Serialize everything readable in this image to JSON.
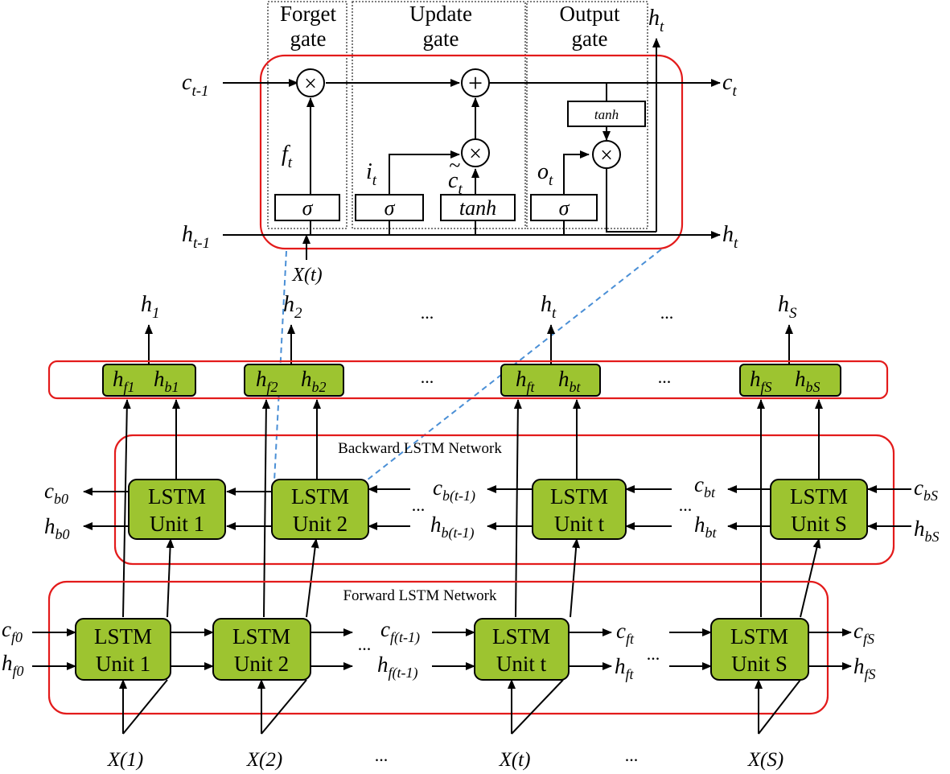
{
  "cell": {
    "gates": [
      {
        "line1": "Forget",
        "line2": "gate"
      },
      {
        "line1": "Update",
        "line2": "gate"
      },
      {
        "line1": "Output",
        "line2": "gate"
      }
    ],
    "sigma": "σ",
    "tanh": "tanh",
    "times": "×",
    "plus": "+",
    "c_prev": {
      "b": "c",
      "s": "t-1"
    },
    "h_prev": {
      "b": "h",
      "s": "t-1"
    },
    "c_out": {
      "b": "c",
      "s": "t"
    },
    "h_out": {
      "b": "h",
      "s": "t"
    },
    "h_top": {
      "b": "h",
      "s": "t"
    },
    "f": {
      "b": "f",
      "s": "t"
    },
    "i": {
      "b": "i",
      "s": "t"
    },
    "ctilde": {
      "b": "c",
      "s": "t",
      "accent": "~"
    },
    "o": {
      "b": "o",
      "s": "t"
    },
    "x": "X(t)"
  },
  "outputs": [
    {
      "b": "h",
      "s": "1"
    },
    {
      "b": "h",
      "s": "2"
    },
    {
      "b": "h",
      "s": "t"
    },
    {
      "b": "h",
      "s": "S"
    }
  ],
  "concat": [
    [
      {
        "b": "h",
        "s": "f1"
      },
      {
        "b": "h",
        "s": "b1"
      }
    ],
    [
      {
        "b": "h",
        "s": "f2"
      },
      {
        "b": "h",
        "s": "b2"
      }
    ],
    [
      {
        "b": "h",
        "s": "ft"
      },
      {
        "b": "h",
        "s": "bt"
      }
    ],
    [
      {
        "b": "h",
        "s": "fS"
      },
      {
        "b": "h",
        "s": "bS"
      }
    ]
  ],
  "ellipsis": "...",
  "backward": {
    "title": "Backward LSTM Network",
    "units": [
      {
        "l1": "LSTM",
        "l2": "Unit 1"
      },
      {
        "l1": "LSTM",
        "l2": "Unit 2"
      },
      {
        "l1": "LSTM",
        "l2": "Unit t"
      },
      {
        "l1": "LSTM",
        "l2": "Unit S"
      }
    ],
    "labels": {
      "cb0": {
        "b": "c",
        "s": "b0"
      },
      "hb0": {
        "b": "h",
        "s": "b0"
      },
      "cbt1": {
        "b": "c",
        "s": "b(t-1)"
      },
      "hbt1": {
        "b": "h",
        "s": "b(t-1)"
      },
      "cbt": {
        "b": "c",
        "s": "bt"
      },
      "hbt": {
        "b": "h",
        "s": "bt"
      },
      "cbS": {
        "b": "c",
        "s": "bS"
      },
      "hbS": {
        "b": "h",
        "s": "bS"
      }
    }
  },
  "forward": {
    "title": "Forward LSTM Network",
    "units": [
      {
        "l1": "LSTM",
        "l2": "Unit 1"
      },
      {
        "l1": "LSTM",
        "l2": "Unit 2"
      },
      {
        "l1": "LSTM",
        "l2": "Unit t"
      },
      {
        "l1": "LSTM",
        "l2": "Unit S"
      }
    ],
    "labels": {
      "cf0": {
        "b": "c",
        "s": "f0"
      },
      "hf0": {
        "b": "h",
        "s": "f0"
      },
      "cft1": {
        "b": "c",
        "s": "f(t-1)"
      },
      "hft1": {
        "b": "h",
        "s": "f(t-1)"
      },
      "cft": {
        "b": "c",
        "s": "ft"
      },
      "hft": {
        "b": "h",
        "s": "ft"
      },
      "cfS": {
        "b": "c",
        "s": "fS"
      },
      "hfS": {
        "b": "h",
        "s": "fS"
      }
    }
  },
  "inputs": [
    "X(1)",
    "X(2)",
    "X(t)",
    "X(S)"
  ]
}
